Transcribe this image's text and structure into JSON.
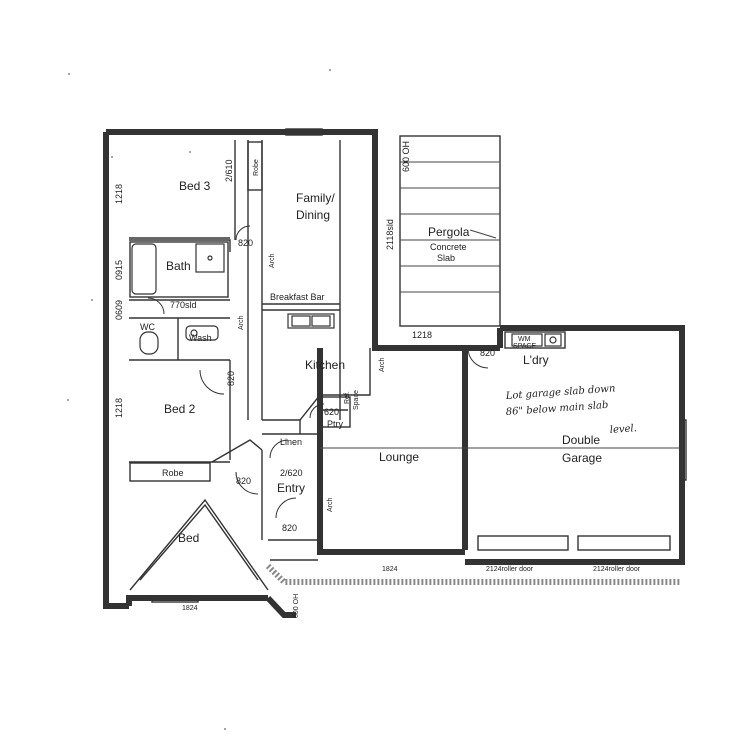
{
  "rooms": {
    "bed3": "Bed 3",
    "family": "Family/",
    "dining": "Dining",
    "bath": "Bath",
    "wc": "WC",
    "wash": "Wash",
    "kitchen": "Kitchen",
    "bed2": "Bed 2",
    "robe": "Robe",
    "bed": "Bed",
    "entry": "Entry",
    "lounge": "Lounge",
    "laundry": "L'dry",
    "double": "Double",
    "garage": "Garage",
    "pergola": "Pergola",
    "concrete": "Concrete",
    "slab": "Slab",
    "linen": "Linen",
    "ptry": "Ptry",
    "ref": "Ref.",
    "space": "Space",
    "breakfast_bar": "Breakfast Bar",
    "robe_top": "Robe",
    "wm": "WM",
    "wm_space": "SPACE"
  },
  "dims": {
    "d1218_top": "1218",
    "d0915": "0915",
    "d0609": "0609",
    "d1218_bot": "1218",
    "d2610": "2/610",
    "d820_a": "820",
    "d770": "770sld",
    "d820_b": "820",
    "d2118": "2118sld",
    "d6000h_top": "600 OH",
    "d1218_pergola": "1218",
    "d820_ldry": "820",
    "d620": "620",
    "d820_entry": "820",
    "d2620": "2/620",
    "d820_door": "820",
    "d1824_lounge": "1824",
    "d2124_a": "2124roller door",
    "d2124_b": "2124roller door",
    "d1824_bed": "1824",
    "d6000h_bot": "600 OH",
    "arch1": "Arch",
    "arch2": "Arch",
    "arch3": "Arch",
    "arch4": "Arch"
  },
  "handwritten": {
    "line1": "Lot garage slab down",
    "line2": "86\" below main slab",
    "line3": "level."
  }
}
